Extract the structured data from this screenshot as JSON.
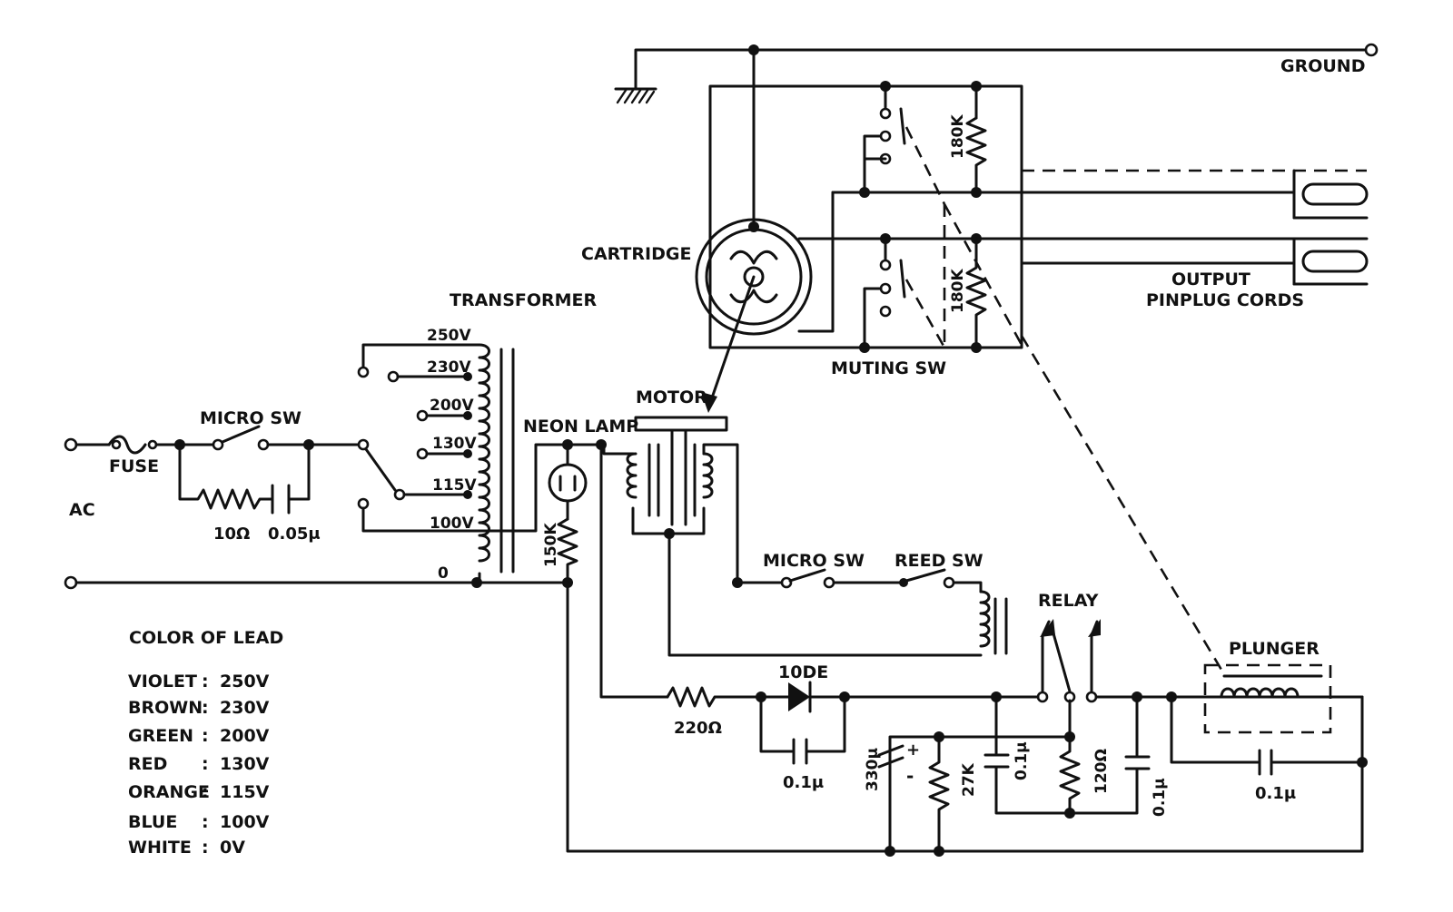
{
  "labels": {
    "ground": "GROUND",
    "cartridge": "CARTRIDGE",
    "transformer": "TRANSFORMER",
    "output": "OUTPUT",
    "pinplug_cords": "PINPLUG CORDS",
    "muting_sw": "MUTING SW",
    "motor": "MOTOR",
    "neon_lamp": "NEON LAMP",
    "micro_sw_top": "MICRO SW",
    "fuse": "FUSE",
    "ac": "AC",
    "micro_sw_bottom": "MICRO SW",
    "reed_sw": "REED SW",
    "relay": "RELAY",
    "plunger": "PLUNGER",
    "diode": "10DE"
  },
  "taps": [
    "250V",
    "230V",
    "200V",
    "130V",
    "115V",
    "100V",
    "0"
  ],
  "components": {
    "r_snubber": "10Ω",
    "c_snubber": "0.05μ",
    "r_neon": "150K",
    "r_mute_1": "180K",
    "r_mute_2": "180K",
    "r_series": "220Ω",
    "c_diode": "0.1μ",
    "c_electrolytic": "330μ",
    "r_27k": "27K",
    "c_mid": "0.1μ",
    "r_120": "120Ω",
    "c_right": "0.1μ",
    "c_plunger": "0.1μ",
    "plus": "+",
    "minus": "-"
  },
  "color_of_lead": {
    "title": "COLOR OF LEAD",
    "rows": [
      {
        "color": "VIOLET",
        "sep": ":",
        "voltage": "250V"
      },
      {
        "color": "BROWN",
        "sep": ":",
        "voltage": "230V"
      },
      {
        "color": "GREEN",
        "sep": ":",
        "voltage": "200V"
      },
      {
        "color": "RED",
        "sep": ":",
        "voltage": "130V"
      },
      {
        "color": "ORANGE",
        "sep": ":",
        "voltage": "115V"
      },
      {
        "color": "BLUE",
        "sep": ":",
        "voltage": "100V"
      },
      {
        "color": "WHITE",
        "sep": ":",
        "voltage": "0V"
      }
    ]
  }
}
